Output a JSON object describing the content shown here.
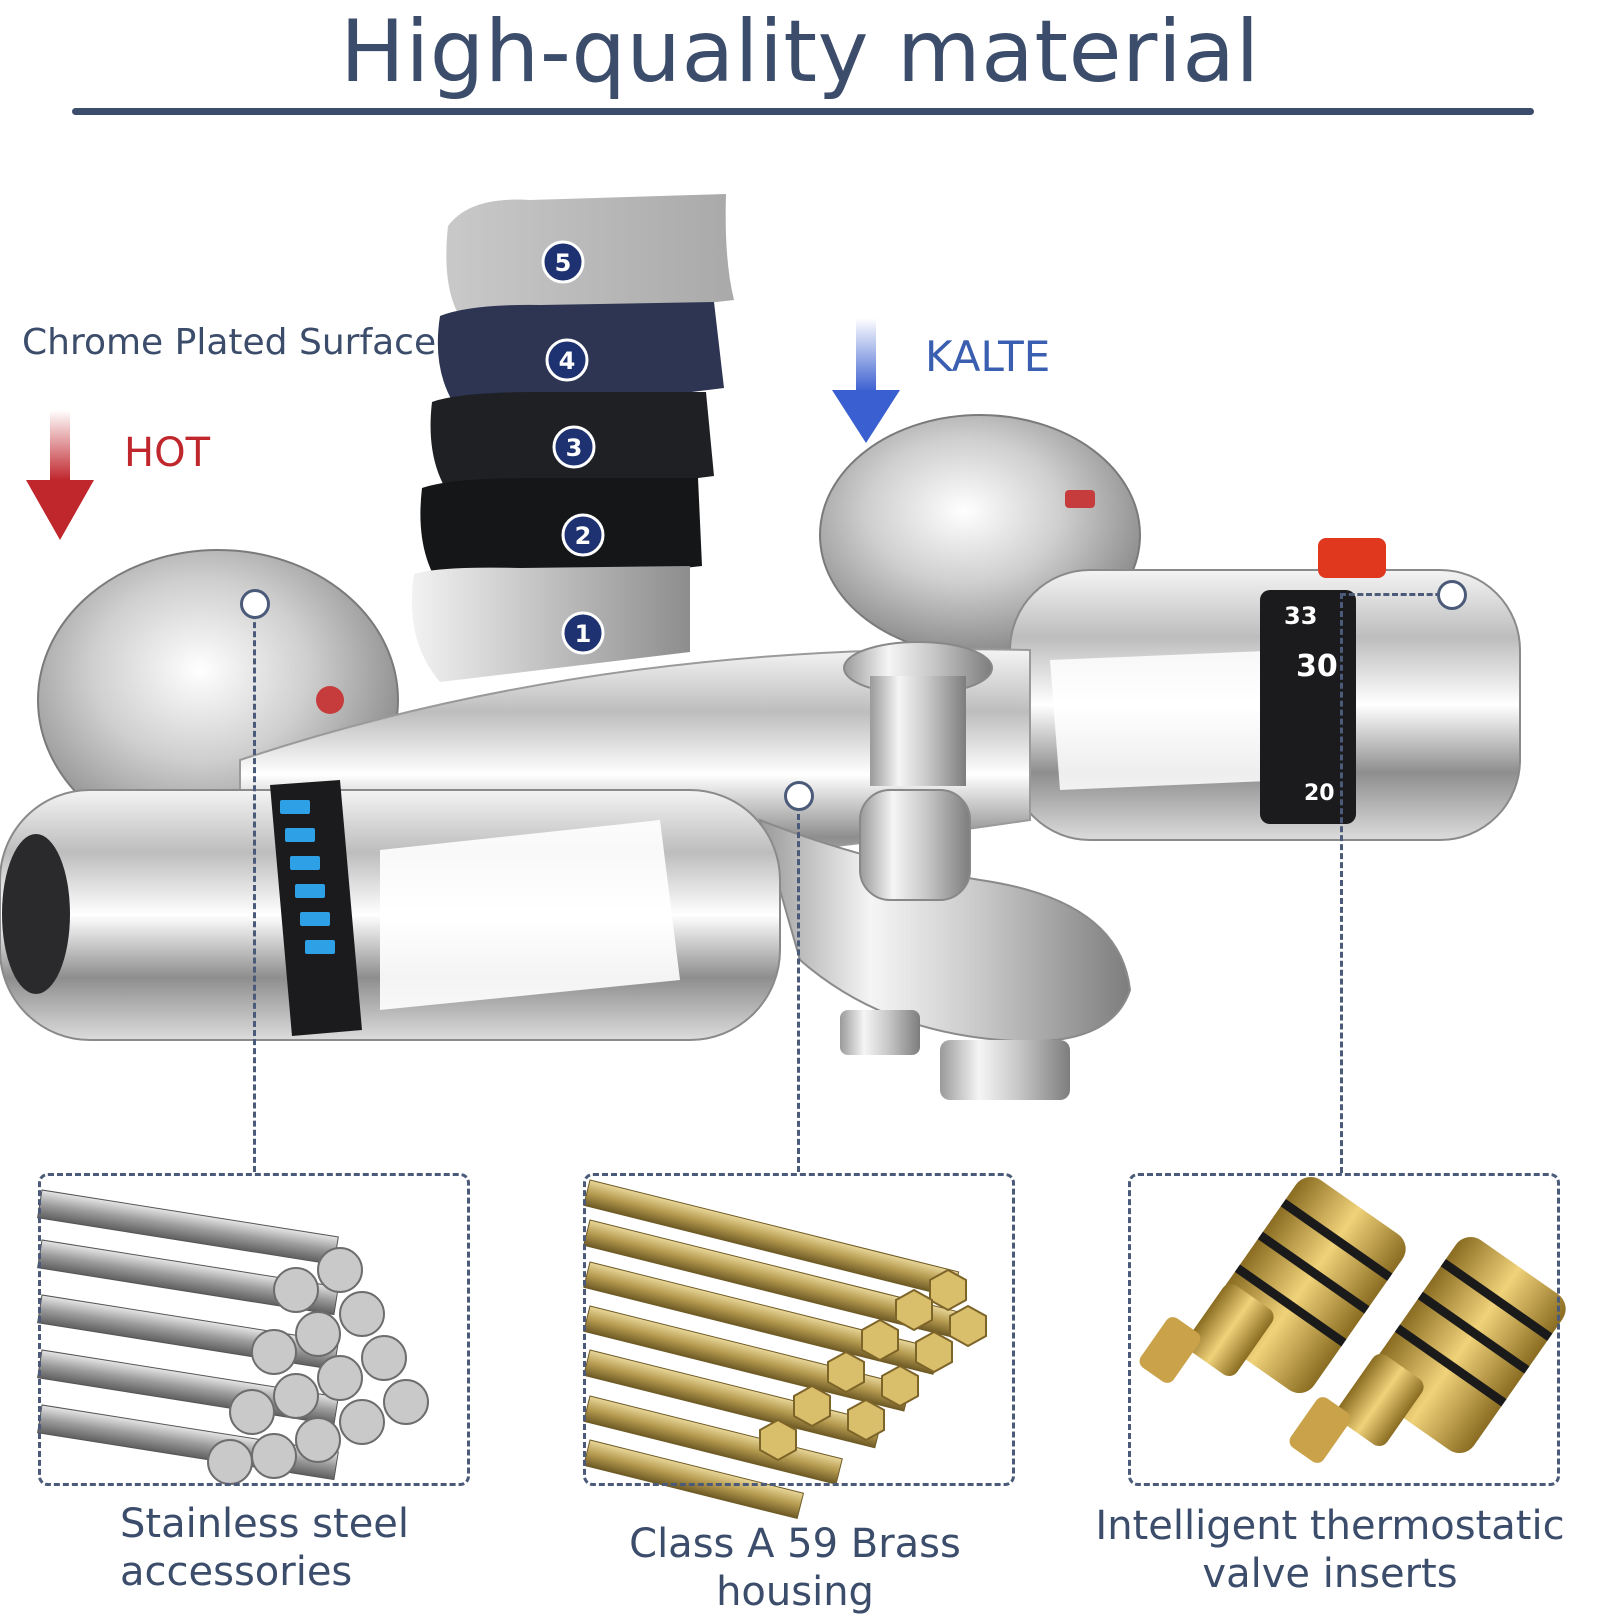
{
  "header": {
    "title": "High-quality material"
  },
  "labels": {
    "chrome": "Chrome Plated Surface",
    "hot": "HOT",
    "kalte": "KALTE"
  },
  "layers": [
    "5",
    "4",
    "3",
    "2",
    "1"
  ],
  "dial": {
    "marks": [
      "33",
      "30",
      "20"
    ]
  },
  "materials": [
    {
      "caption_line1": "Stainless steel",
      "caption_line2": "accessories"
    },
    {
      "caption": "Class A 59 Brass housing"
    },
    {
      "caption_line1": "Intelligent thermostatic",
      "caption_line2": "valve inserts"
    }
  ],
  "colors": {
    "accent": "#3c4d6b",
    "hot": "#c0272d",
    "cold": "#3a5fb0"
  }
}
